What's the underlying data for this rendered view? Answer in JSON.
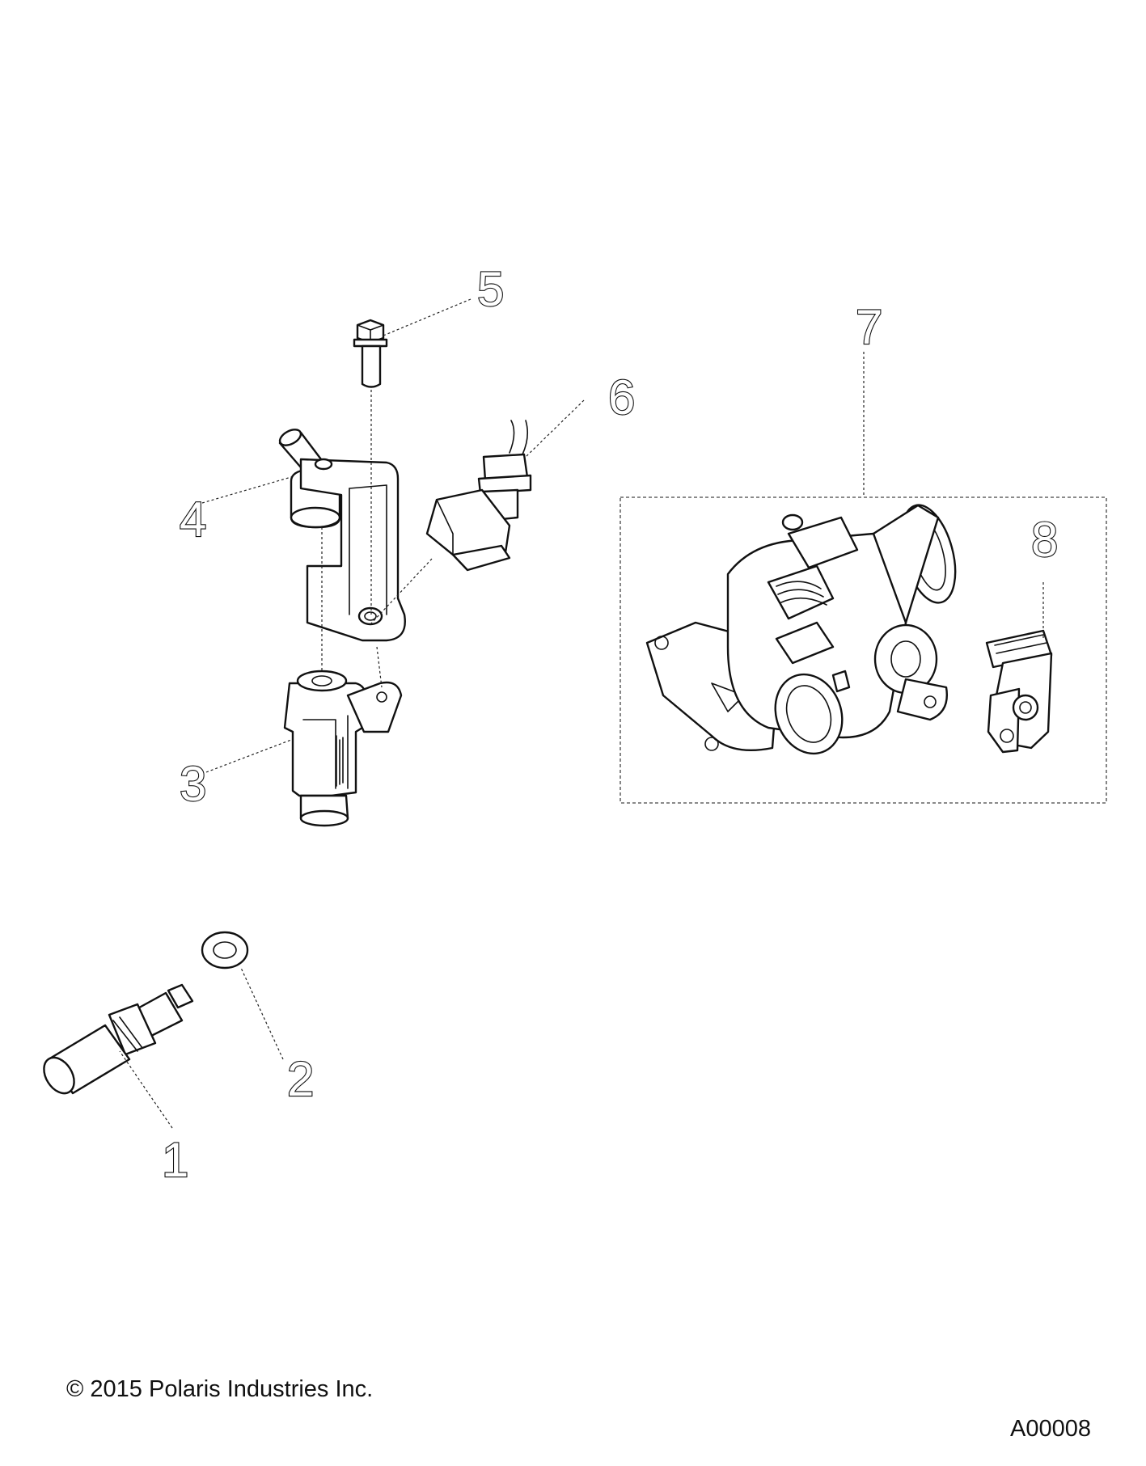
{
  "callouts": {
    "c1": "1",
    "c2": "2",
    "c3": "3",
    "c4": "4",
    "c5": "5",
    "c6": "6",
    "c7": "7",
    "c8": "8"
  },
  "footer": {
    "copyright": "© 2015 Polaris Industries Inc.",
    "figure_id": "A00008"
  }
}
